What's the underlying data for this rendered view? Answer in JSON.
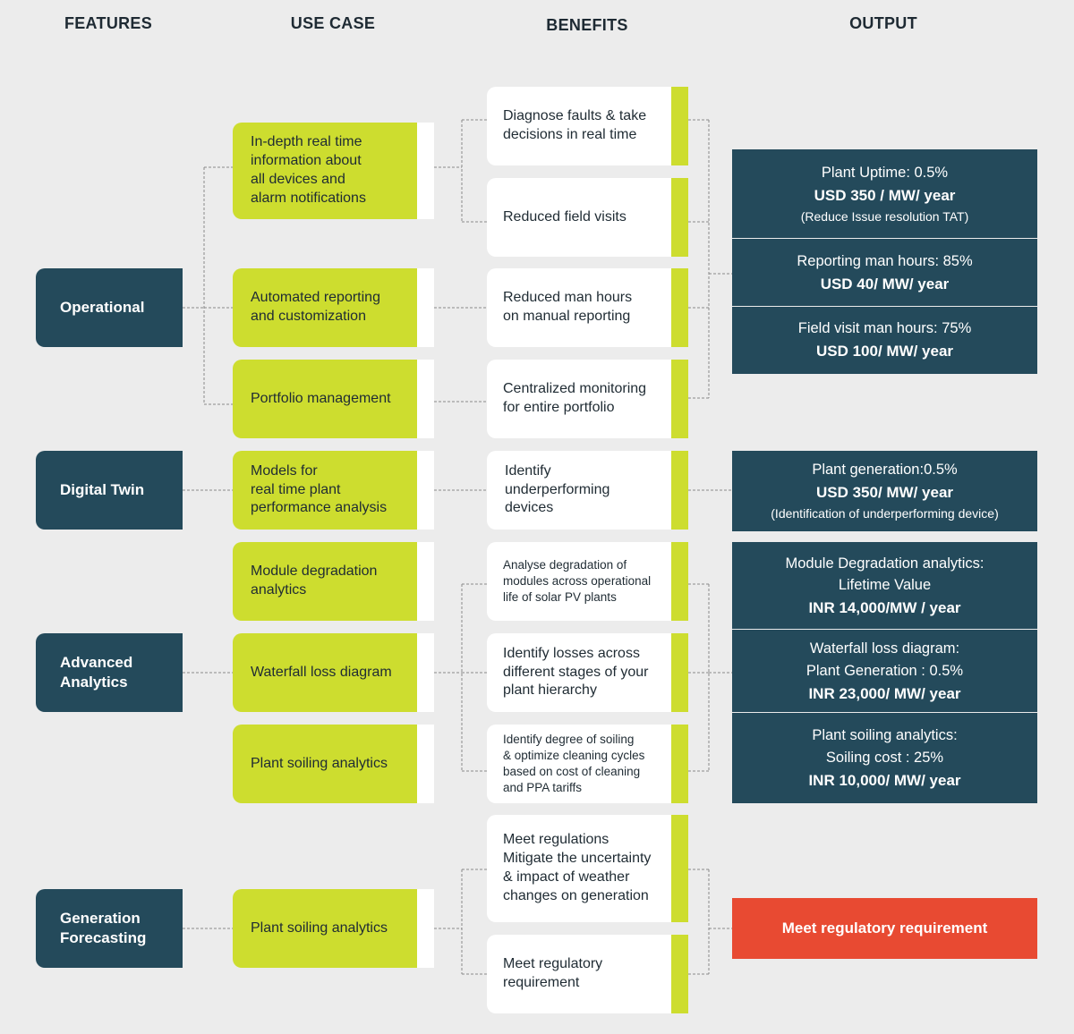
{
  "headers": {
    "features": "FEATURES",
    "use_case": "USE CASE",
    "benefits": "BENEFITS",
    "output": "OUTPUT"
  },
  "features": {
    "operational": "Operational",
    "digital_twin": "Digital Twin",
    "advanced_analytics": "Advanced\nAnalytics",
    "generation_forecasting": "Generation\nForecasting"
  },
  "use_cases": {
    "realtime_info": "In-depth real time\ninformation about\nall devices and\nalarm notifications",
    "automated_reporting": "Automated reporting\nand customization",
    "portfolio": "Portfolio management",
    "models": "Models for\nreal time plant\nperformance analysis",
    "module_degradation": "Module degradation\nanalytics",
    "waterfall": "Waterfall loss diagram",
    "soiling": "Plant soiling analytics",
    "forecasting": "Plant soiling analytics"
  },
  "benefits": {
    "diagnose": "Diagnose faults & take\ndecisions in real time",
    "field_visits": "Reduced field visits",
    "man_hours": "Reduced man hours\non manual reporting",
    "centralized": "Centralized monitoring\nfor entire portfolio",
    "underperforming": "Identify\nunderperforming\ndevices",
    "degradation": "Analyse degradation of\nmodules across operational\nlife of solar PV plants",
    "losses": "Identify losses across\ndifferent stages of your\nplant hierarchy",
    "soiling": "Identify degree of soiling\n& optimize cleaning cycles\nbased on cost of cleaning\nand PPA tariffs",
    "regulations": "Meet regulations\nMitigate the uncertainty\n& impact of weather\nchanges on generation",
    "regulatory": "Meet regulatory\nrequirement"
  },
  "outputs": {
    "uptime": {
      "l1": "Plant Uptime: 0.5%",
      "l2": "USD 350 / MW/ year",
      "l3": "(Reduce Issue resolution TAT)"
    },
    "reporting": {
      "l1": "Reporting man hours: 85%",
      "l2": "USD 40/ MW/ year"
    },
    "field_visit": {
      "l1": "Field visit man hours: 75%",
      "l2": "USD 100/ MW/ year"
    },
    "generation": {
      "l1": "Plant generation:0.5%",
      "l2": "USD 350/ MW/ year",
      "l3": "(Identification of underperforming device)"
    },
    "module_deg": {
      "l1": "Module Degradation analytics:",
      "l2": "Lifetime Value",
      "l3": "INR 14,000/MW / year"
    },
    "waterfall": {
      "l1": "Waterfall loss diagram:",
      "l2": "Plant Generation : 0.5%",
      "l3": "INR 23,000/ MW/ year"
    },
    "soiling": {
      "l1": "Plant soiling analytics:",
      "l2": "Soiling cost : 25%",
      "l3": "INR 10,000/ MW/ year"
    },
    "regulatory": "Meet regulatory requirement"
  },
  "colors": {
    "navy": "#244a5b",
    "lime": "#cddd2f",
    "red": "#e84a32",
    "background": "#ececec",
    "connector": "#8a8a8a"
  }
}
